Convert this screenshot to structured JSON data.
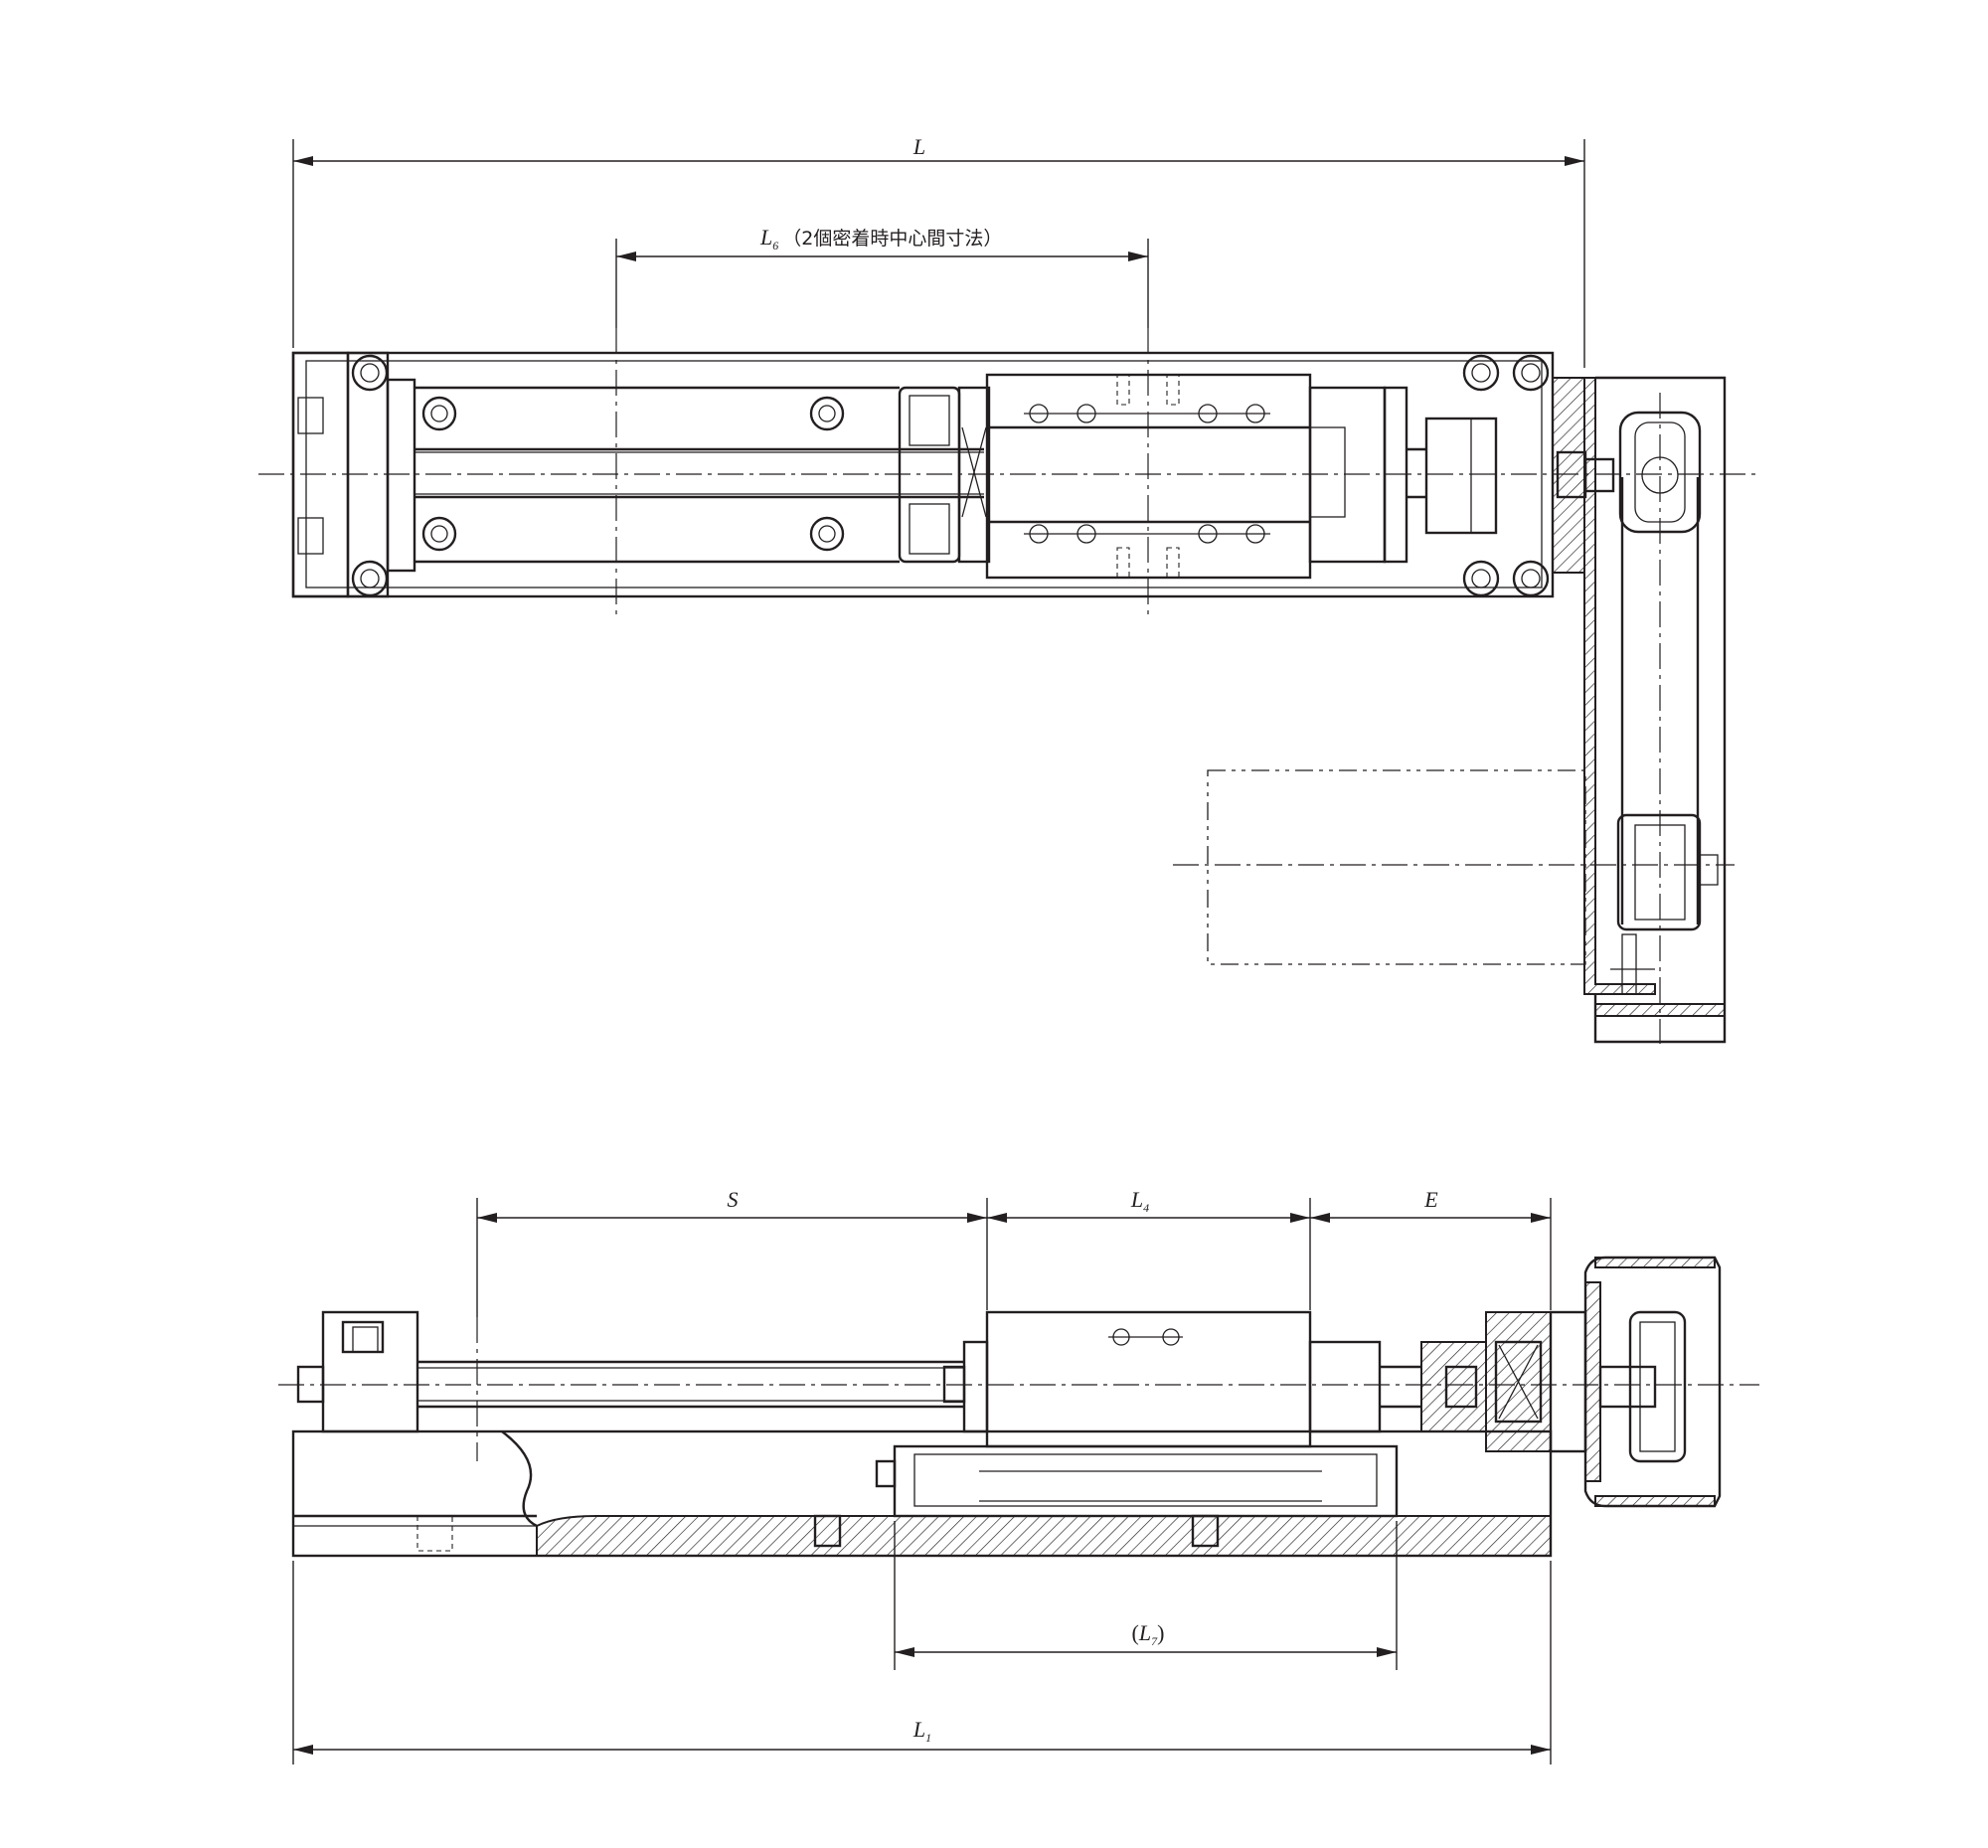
{
  "dimensions": {
    "L": {
      "symbol": "L",
      "subscript": ""
    },
    "L6": {
      "symbol": "L",
      "subscript": "6",
      "note": "（2個密着時中心間寸法）"
    },
    "S": {
      "symbol": "S",
      "subscript": ""
    },
    "L4": {
      "symbol": "L",
      "subscript": "4"
    },
    "E": {
      "symbol": "E",
      "subscript": ""
    },
    "L7": {
      "symbol": "L",
      "subscript": "7",
      "open": "(",
      "close": ")"
    },
    "L1": {
      "symbol": "L",
      "subscript": "1"
    }
  }
}
